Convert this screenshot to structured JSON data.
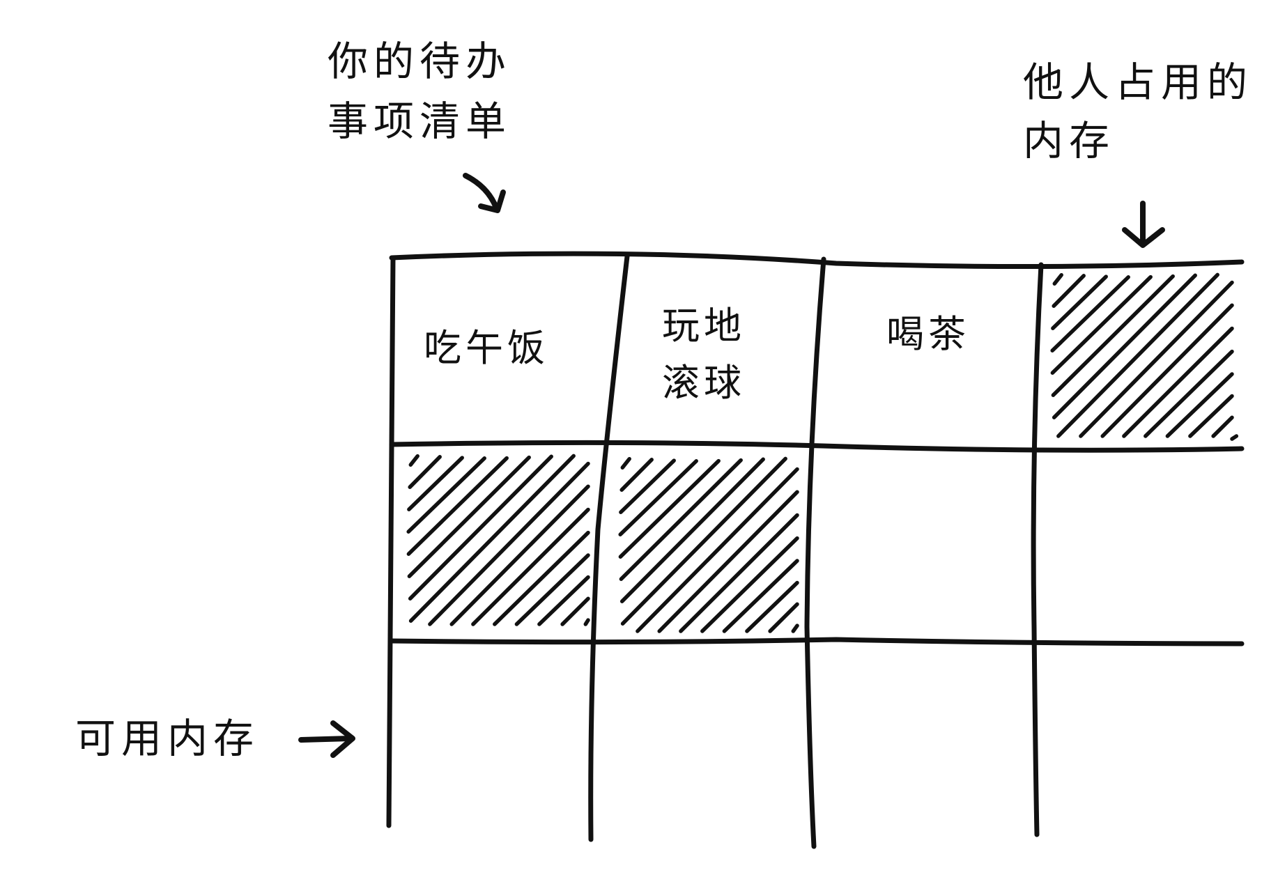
{
  "annotations": {
    "todo_list": [
      "你的待办",
      "事项清单"
    ],
    "occupied_by_others": [
      "他人占用的",
      "内存"
    ],
    "free_memory": "可用内存"
  },
  "cells": [
    {
      "row": 0,
      "col": 0,
      "state": "todo",
      "text": [
        "吃午饭"
      ]
    },
    {
      "row": 0,
      "col": 1,
      "state": "todo",
      "text": [
        "玩地",
        "滚球"
      ]
    },
    {
      "row": 0,
      "col": 2,
      "state": "todo",
      "text": [
        "喝茶"
      ]
    },
    {
      "row": 0,
      "col": 3,
      "state": "occupied",
      "text": []
    },
    {
      "row": 1,
      "col": 0,
      "state": "occupied",
      "text": []
    },
    {
      "row": 1,
      "col": 1,
      "state": "occupied",
      "text": []
    },
    {
      "row": 1,
      "col": 2,
      "state": "free",
      "text": []
    },
    {
      "row": 1,
      "col": 3,
      "state": "free",
      "text": []
    },
    {
      "row": 2,
      "col": 0,
      "state": "free",
      "text": []
    },
    {
      "row": 2,
      "col": 1,
      "state": "free",
      "text": []
    },
    {
      "row": 2,
      "col": 2,
      "state": "free",
      "text": []
    },
    {
      "row": 2,
      "col": 3,
      "state": "free",
      "text": []
    }
  ],
  "colors": {
    "ink": "#111111",
    "paper": "#ffffff"
  }
}
